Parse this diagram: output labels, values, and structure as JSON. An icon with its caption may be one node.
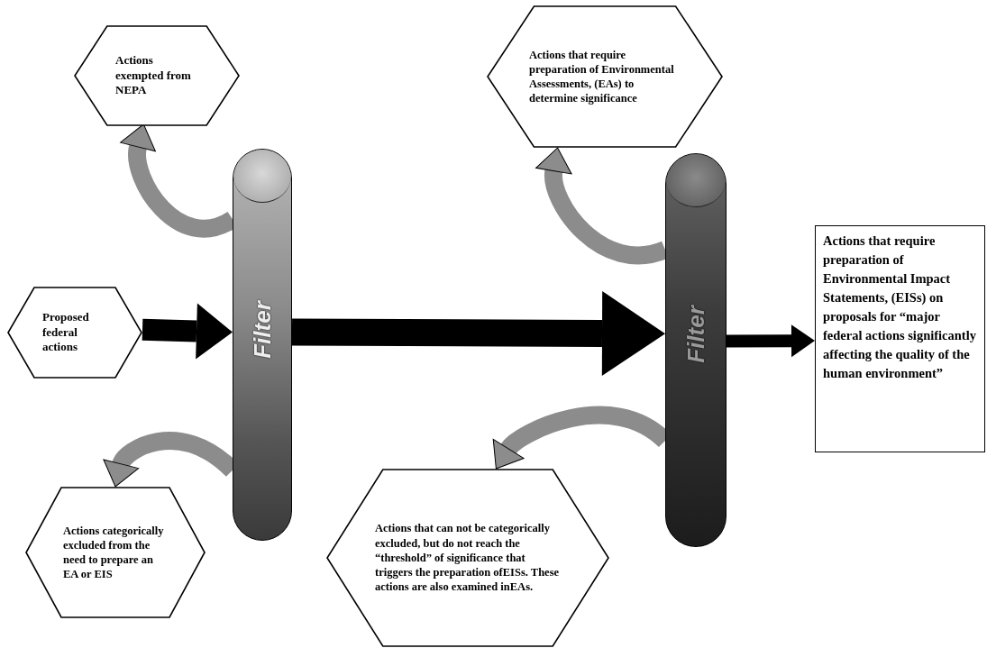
{
  "diagram": {
    "nodes": [
      {
        "text": [
          "Actions exempted from NEPA"
        ]
      },
      {
        "text": [
          "Actions that require preparation of Environmental Assessments, (EAs) to determine significance"
        ]
      },
      {
        "text": [
          "Filter"
        ]
      },
      {
        "text": [
          "Filter"
        ]
      },
      {
        "text": [
          "Proposed federal actions"
        ]
      },
      {
        "text": [
          "Actions that require preparation of Environmental Impact Statements, (EISs) on proposals for “major federal actions significantly affecting the quality of the human environment”"
        ]
      },
      {
        "text": [
          "Actions categorically excluded from the need to prepare an EA or EIS"
        ]
      },
      {
        "text": [
          "Actions that can not be categorically excluded, but do not reach the “threshold” of significance that triggers the preparation ofEISs. These actions are also examined inEAs."
        ]
      }
    ],
    "edges": [
      {
        "from": 4,
        "to": 2,
        "arrow": "to",
        "color": "#000000"
      },
      {
        "from": 2,
        "to": 3,
        "arrow": "to",
        "color": "#000000"
      },
      {
        "from": 3,
        "to": 5,
        "arrow": "to",
        "color": "#000000"
      },
      {
        "from": 2,
        "to": 0,
        "arrow": "to"
      },
      {
        "from": 2,
        "to": 6,
        "arrow": "to"
      },
      {
        "from": 3,
        "to": 1,
        "arrow": "to"
      },
      {
        "from": 3,
        "to": 7,
        "arrow": "to"
      }
    ]
  }
}
